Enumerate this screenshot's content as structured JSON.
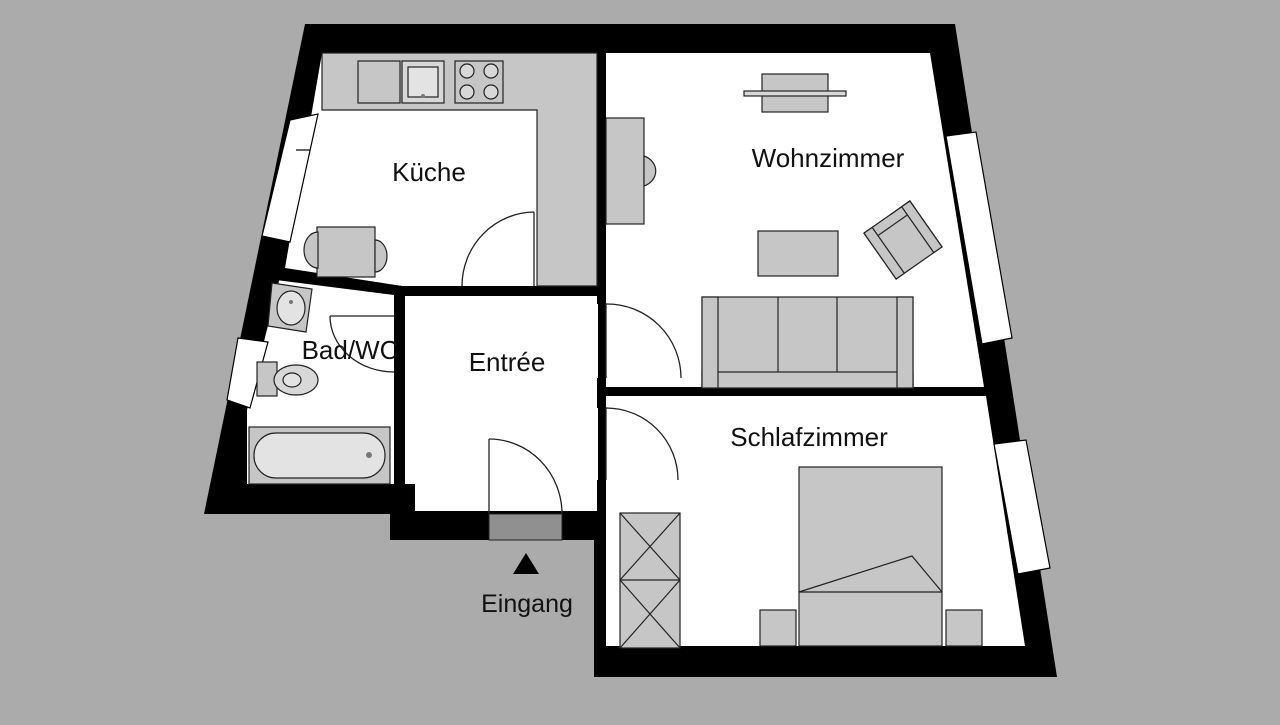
{
  "colors": {
    "background": "#ababab",
    "wall": "#000000",
    "floor": "#ffffff",
    "furniture_fill": "#c6c6c6",
    "furniture_stroke": "#222222",
    "entrance_mat": "#909090"
  },
  "rooms": {
    "kitchen": "Küche",
    "living_room": "Wohnzimmer",
    "bathroom": "Bad/WC",
    "hallway": "Entrée",
    "bedroom": "Schlafzimmer"
  },
  "entrance": {
    "label": "Eingang",
    "arrow_icon": "triangle-up-icon"
  }
}
